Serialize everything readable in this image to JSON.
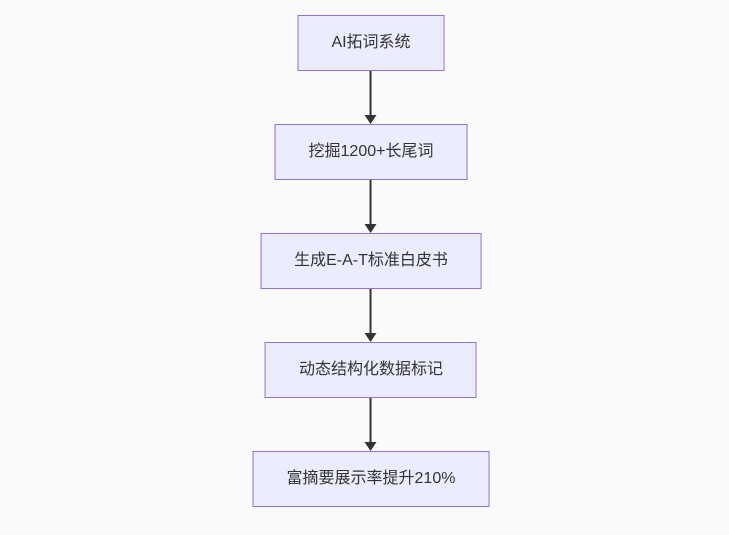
{
  "diagram": {
    "type": "flowchart",
    "direction": "top-down",
    "colors": {
      "background": "#fafafa",
      "node_fill": "#ECECFF",
      "node_border": "#9370DB",
      "arrow": "#333333",
      "text": "#333333"
    },
    "nodes": [
      {
        "label": "AI拓词系统"
      },
      {
        "label": "挖掘1200+长尾词"
      },
      {
        "label": "生成E-A-T标准白皮书"
      },
      {
        "label": "动态结构化数据标记"
      },
      {
        "label": "富摘要展示率提升210%"
      }
    ],
    "edges": [
      {
        "from": 0,
        "to": 1
      },
      {
        "from": 1,
        "to": 2
      },
      {
        "from": 2,
        "to": 3
      },
      {
        "from": 3,
        "to": 4
      }
    ]
  }
}
